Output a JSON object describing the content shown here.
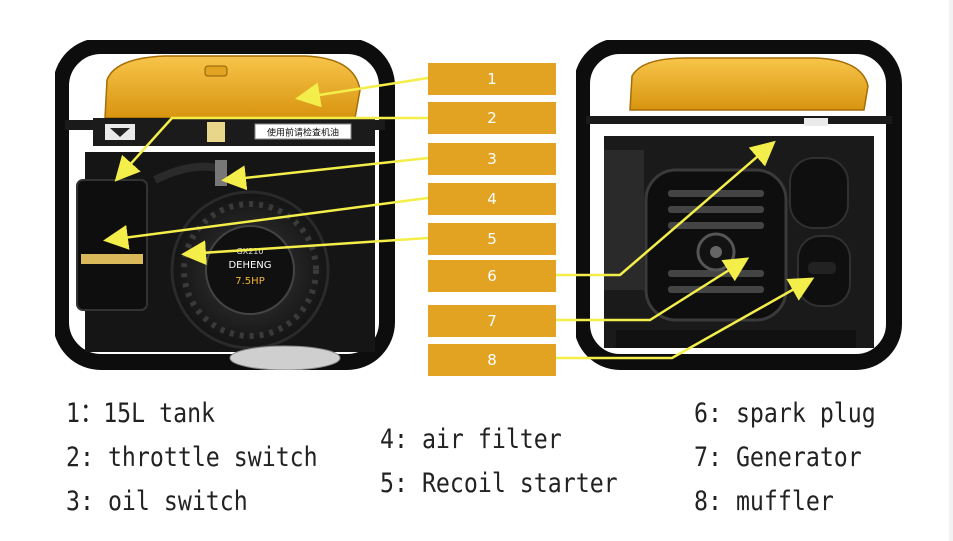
{
  "callouts": [
    "1",
    "2",
    "3",
    "4",
    "5",
    "6",
    "7",
    "8"
  ],
  "legend": {
    "col1": [
      "1：15L tank",
      "2: throttle switch",
      "3: oil switch"
    ],
    "col2": [
      "4: air filter",
      "5: Recoil starter"
    ],
    "col3": [
      "6: spark plug",
      "7: Generator",
      "8: muffler"
    ]
  },
  "labels": {
    "front_warning": "使用前请检查机油",
    "engine_model": "GX210",
    "brand": "DEHENG",
    "power": "7.5HP"
  },
  "colors": {
    "accent": "#e2a323",
    "tank": "#f2b431",
    "frame": "#111111",
    "arrow": "#f4ee4a",
    "text": "#222222"
  }
}
